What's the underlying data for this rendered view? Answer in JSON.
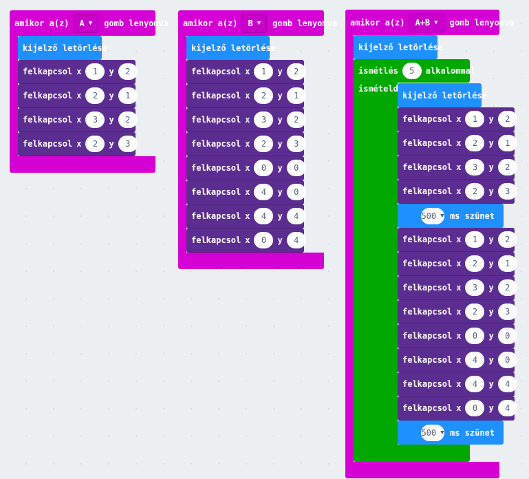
{
  "colors": {
    "event": "#d400d4",
    "basic": "#1e90ff",
    "led": "#5c2d91",
    "loop": "#00a800"
  },
  "groups": [
    {
      "event_prefix": "amikor a(z)",
      "button": "A",
      "event_suffix": "gomb lenyomva",
      "body": [
        {
          "type": "clear",
          "label": "kijelző letörlése"
        },
        {
          "type": "plot",
          "label": "felkapcsol",
          "x_label": "x",
          "x": "1",
          "y_label": "y",
          "y": "2"
        },
        {
          "type": "plot",
          "label": "felkapcsol",
          "x_label": "x",
          "x": "2",
          "y_label": "y",
          "y": "1"
        },
        {
          "type": "plot",
          "label": "felkapcsol",
          "x_label": "x",
          "x": "3",
          "y_label": "y",
          "y": "2"
        },
        {
          "type": "plot",
          "label": "felkapcsol",
          "x_label": "x",
          "x": "2",
          "y_label": "y",
          "y": "3"
        }
      ]
    },
    {
      "event_prefix": "amikor a(z)",
      "button": "B",
      "event_suffix": "gomb lenyomva",
      "body": [
        {
          "type": "clear",
          "label": "kijelző letörlése"
        },
        {
          "type": "plot",
          "label": "felkapcsol",
          "x_label": "x",
          "x": "1",
          "y_label": "y",
          "y": "2"
        },
        {
          "type": "plot",
          "label": "felkapcsol",
          "x_label": "x",
          "x": "2",
          "y_label": "y",
          "y": "1"
        },
        {
          "type": "plot",
          "label": "felkapcsol",
          "x_label": "x",
          "x": "3",
          "y_label": "y",
          "y": "2"
        },
        {
          "type": "plot",
          "label": "felkapcsol",
          "x_label": "x",
          "x": "2",
          "y_label": "y",
          "y": "3"
        },
        {
          "type": "plot",
          "label": "felkapcsol",
          "x_label": "x",
          "x": "0",
          "y_label": "y",
          "y": "0"
        },
        {
          "type": "plot",
          "label": "felkapcsol",
          "x_label": "x",
          "x": "4",
          "y_label": "y",
          "y": "0"
        },
        {
          "type": "plot",
          "label": "felkapcsol",
          "x_label": "x",
          "x": "4",
          "y_label": "y",
          "y": "4"
        },
        {
          "type": "plot",
          "label": "felkapcsol",
          "x_label": "x",
          "x": "0",
          "y_label": "y",
          "y": "4"
        }
      ]
    },
    {
      "event_prefix": "amikor a(z)",
      "button": "A+B",
      "event_suffix": "gomb lenyomva",
      "body": [
        {
          "type": "clear",
          "label": "kijelző letörlése"
        },
        {
          "type": "repeat",
          "label": "ismétlés",
          "times": "5",
          "suffix": "alkalommal",
          "do_label": "ismételd",
          "body": [
            {
              "type": "clear",
              "label": "kijelző letörlése"
            },
            {
              "type": "plot",
              "label": "felkapcsol",
              "x_label": "x",
              "x": "1",
              "y_label": "y",
              "y": "2"
            },
            {
              "type": "plot",
              "label": "felkapcsol",
              "x_label": "x",
              "x": "2",
              "y_label": "y",
              "y": "1"
            },
            {
              "type": "plot",
              "label": "felkapcsol",
              "x_label": "x",
              "x": "3",
              "y_label": "y",
              "y": "2"
            },
            {
              "type": "plot",
              "label": "felkapcsol",
              "x_label": "x",
              "x": "2",
              "y_label": "y",
              "y": "3"
            },
            {
              "type": "pause",
              "value": "500",
              "suffix": "ms szünet"
            },
            {
              "type": "plot",
              "label": "felkapcsol",
              "x_label": "x",
              "x": "1",
              "y_label": "y",
              "y": "2"
            },
            {
              "type": "plot",
              "label": "felkapcsol",
              "x_label": "x",
              "x": "2",
              "y_label": "y",
              "y": "1"
            },
            {
              "type": "plot",
              "label": "felkapcsol",
              "x_label": "x",
              "x": "3",
              "y_label": "y",
              "y": "2"
            },
            {
              "type": "plot",
              "label": "felkapcsol",
              "x_label": "x",
              "x": "2",
              "y_label": "y",
              "y": "3"
            },
            {
              "type": "plot",
              "label": "felkapcsol",
              "x_label": "x",
              "x": "0",
              "y_label": "y",
              "y": "0"
            },
            {
              "type": "plot",
              "label": "felkapcsol",
              "x_label": "x",
              "x": "4",
              "y_label": "y",
              "y": "0"
            },
            {
              "type": "plot",
              "label": "felkapcsol",
              "x_label": "x",
              "x": "4",
              "y_label": "y",
              "y": "4"
            },
            {
              "type": "plot",
              "label": "felkapcsol",
              "x_label": "x",
              "x": "0",
              "y_label": "y",
              "y": "4"
            },
            {
              "type": "pause",
              "value": "500",
              "suffix": "ms szünet"
            }
          ]
        }
      ]
    }
  ]
}
